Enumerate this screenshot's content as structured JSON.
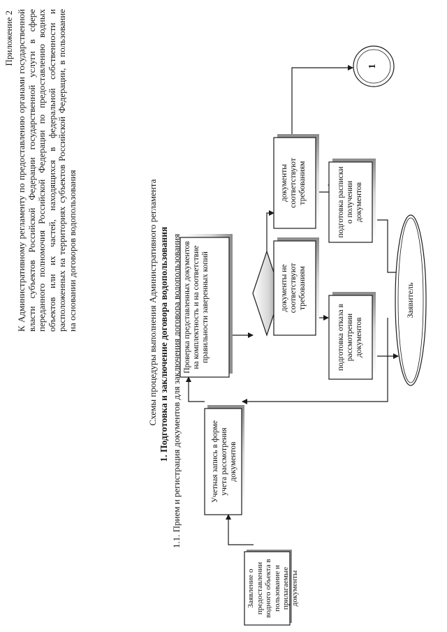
{
  "header": {
    "appendix": "Приложение 2",
    "intro": "К Административному регламенту по предоставлению органами государственной власти субъектов Российской Федерации государственной услуги в сфере переданного полномочия Российской Федерации по предоставлению водных объектов или их частей, находящихся в федеральной собственности и расположенных на территориях субъектов Российской Федерации, в пользование на основании договоров водопользования",
    "schemes_title": "Схемы процедуры выполнения Административного регламента",
    "section_title": "1. Подготовка и заключение договора водопользования",
    "subsection_title": "1.1.  Прием и регистрация документов для заключения договора водопользования"
  },
  "flowchart": {
    "nodes": {
      "application": "Заявление о предоставлении водного объекта в пользование и прилагаемые документы",
      "registration": "Учетная запись в форме учета рассмотрения документов",
      "verification": "Проверка представленных документов на комплектность и на соответствие правильности заверенных копий",
      "not_compliant": "документы не соответствуют требованиям",
      "compliant": "документы соответствуют требованиям",
      "refusal": "подготовка отказа в рассмотрении документов",
      "receipt": "подготовка расписки о получении документов",
      "applicant": "Заявитель",
      "connector": "1"
    }
  },
  "colors": {
    "line": "#1a1a1a",
    "box_fill": "#ffffff",
    "shade": "#8c8c8c"
  }
}
